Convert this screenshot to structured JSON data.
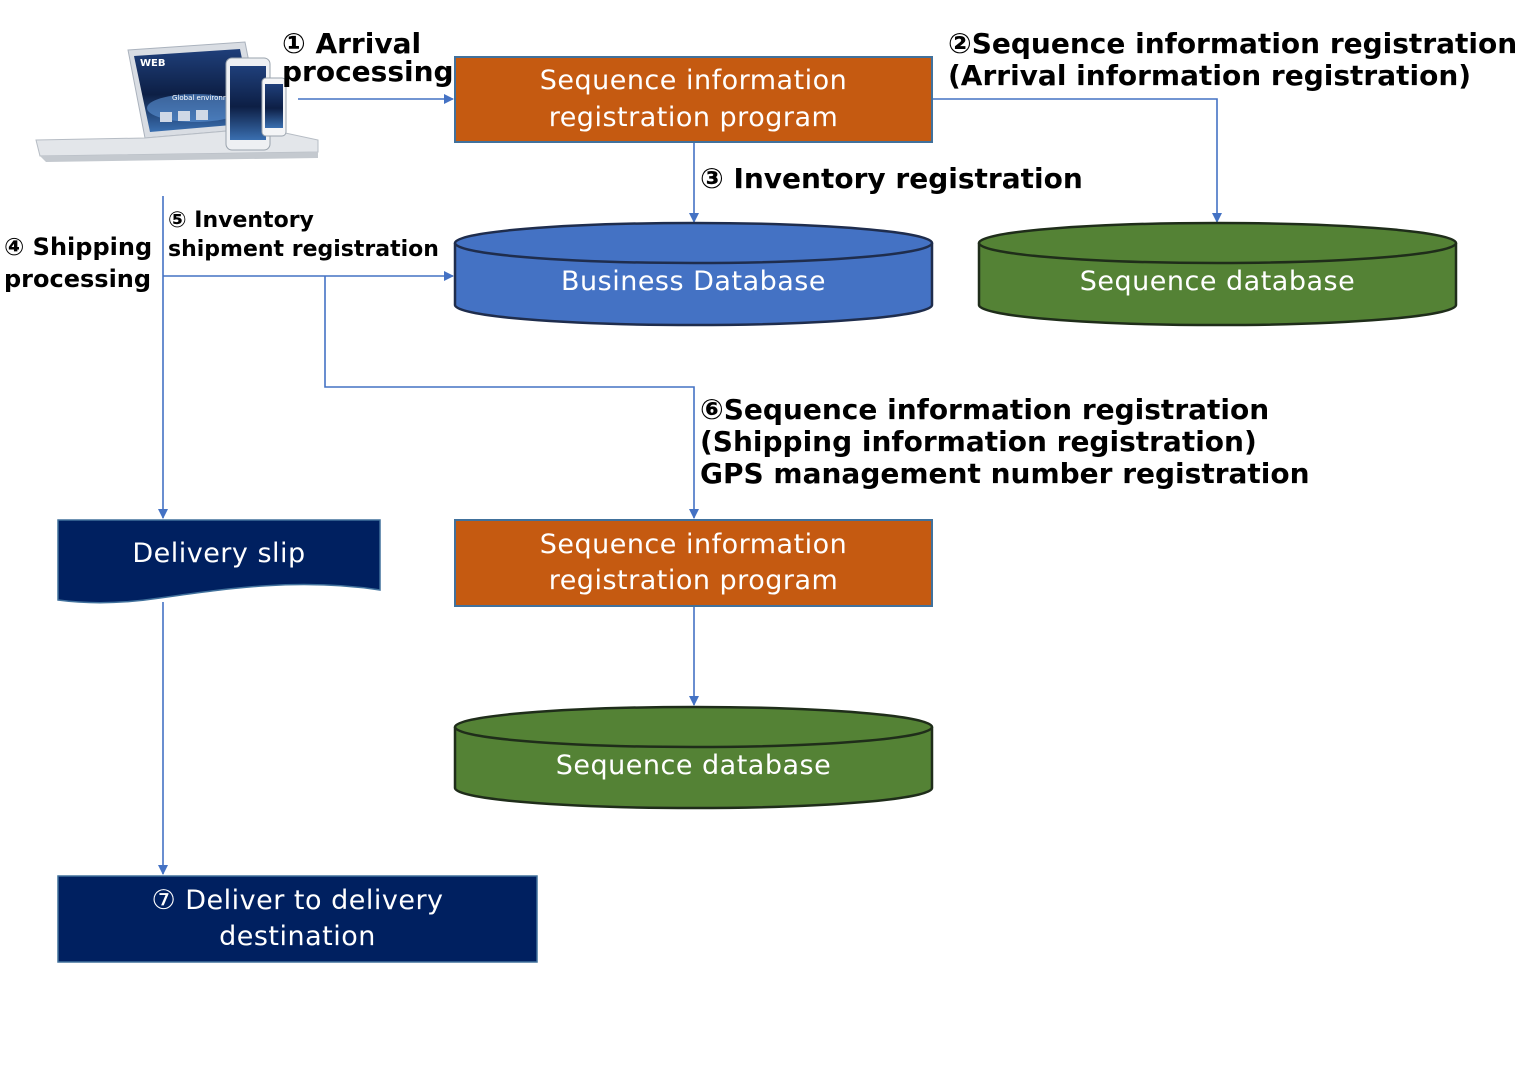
{
  "colors": {
    "program": "#c55a11",
    "business_db": "#4472c4",
    "sequence_db": "#548235",
    "navy": "#002060",
    "arrow": "#4472c4",
    "border": "#41719c"
  },
  "device": {
    "icon": "laptop-tablet-phone-icon",
    "web_label": "WEB",
    "banner_text": "Global environment"
  },
  "steps": {
    "arrival": [
      "① Arrival",
      "processing"
    ],
    "seq_reg_arrival": [
      "②Sequence information registration",
      "(Arrival information registration)"
    ],
    "inventory": "③ Inventory registration",
    "shipping": [
      "④ Shipping",
      "processing"
    ],
    "inventory_shipment": [
      "⑤ Inventory",
      "shipment registration"
    ],
    "seq_reg_shipping": [
      "⑥Sequence information registration",
      "(Shipping information registration)",
      "GPS management number registration"
    ]
  },
  "nodes": {
    "program_top": [
      "Sequence information",
      "registration program"
    ],
    "business_db": "Business Database",
    "sequence_db_top": "Sequence database",
    "delivery_slip": "Delivery slip",
    "program_bottom": [
      "Sequence information",
      "registration program"
    ],
    "sequence_db_bottom": "Sequence database",
    "deliver": [
      "⑦ Deliver to delivery",
      "destination"
    ]
  }
}
